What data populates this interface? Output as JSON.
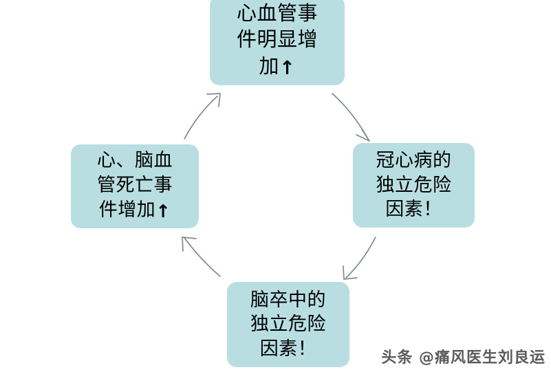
{
  "diagram": {
    "type": "cycle",
    "direction": "clockwise",
    "background_color": "#ffffff",
    "node_fill_color": "#b9dee2",
    "node_text_color": "#000000",
    "arrow_color": "#808a8c",
    "nodes": [
      {
        "id": "cardiovascular-events",
        "position": "top",
        "lines": [
          "心血管事",
          "件明显增",
          "加"
        ],
        "trailing_icon": "up-arrow",
        "trailing_icon_glyph": "↑"
      },
      {
        "id": "coronary-heart-disease-risk",
        "position": "right",
        "lines": [
          "冠心病的",
          "独立危险",
          "因素！"
        ],
        "trailing_icon": null,
        "trailing_icon_glyph": ""
      },
      {
        "id": "stroke-risk",
        "position": "bottom",
        "lines": [
          "脑卒中的",
          "独立危险",
          "因素！"
        ],
        "trailing_icon": null,
        "trailing_icon_glyph": ""
      },
      {
        "id": "cardiovascular-death",
        "position": "left",
        "lines": [
          "心、脑血",
          "管死亡事",
          "件增加"
        ],
        "trailing_icon": "up-arrow",
        "trailing_icon_glyph": "↑"
      }
    ],
    "edges": [
      {
        "id": "edge-top-to-right",
        "from": "cardiovascular-events",
        "to": "coronary-heart-disease-risk"
      },
      {
        "id": "edge-right-to-bottom",
        "from": "coronary-heart-disease-risk",
        "to": "stroke-risk"
      },
      {
        "id": "edge-bottom-to-left",
        "from": "stroke-risk",
        "to": "cardiovascular-death"
      },
      {
        "id": "edge-left-to-top",
        "from": "cardiovascular-death",
        "to": "cardiovascular-events"
      }
    ]
  },
  "watermark": {
    "text": "头条 @痛风医生刘良运"
  }
}
